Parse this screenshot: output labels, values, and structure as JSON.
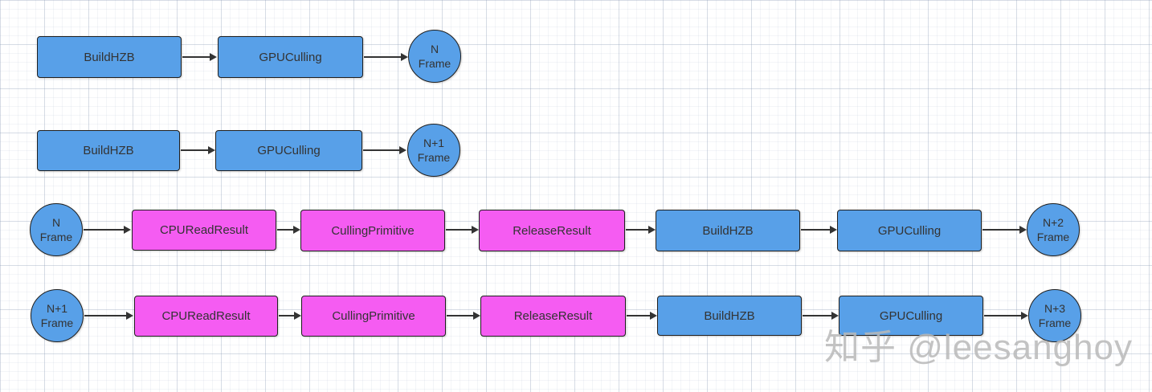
{
  "diagram": {
    "rows": [
      {
        "nodes": [
          {
            "kind": "process",
            "color": "blue",
            "label": "BuildHZB"
          },
          {
            "kind": "process",
            "color": "blue",
            "label": "GPUCulling"
          },
          {
            "kind": "frame",
            "color": "blue",
            "label": "N",
            "sublabel": "Frame"
          }
        ]
      },
      {
        "nodes": [
          {
            "kind": "process",
            "color": "blue",
            "label": "BuildHZB"
          },
          {
            "kind": "process",
            "color": "blue",
            "label": "GPUCulling"
          },
          {
            "kind": "frame",
            "color": "blue",
            "label": "N+1",
            "sublabel": "Frame"
          }
        ]
      },
      {
        "nodes": [
          {
            "kind": "frame",
            "color": "blue",
            "label": "N",
            "sublabel": "Frame"
          },
          {
            "kind": "process",
            "color": "pink",
            "label": "CPUReadResult"
          },
          {
            "kind": "process",
            "color": "pink",
            "label": "CullingPrimitive"
          },
          {
            "kind": "process",
            "color": "pink",
            "label": "ReleaseResult"
          },
          {
            "kind": "process",
            "color": "blue",
            "label": "BuildHZB"
          },
          {
            "kind": "process",
            "color": "blue",
            "label": "GPUCulling"
          },
          {
            "kind": "frame",
            "color": "blue",
            "label": "N+2",
            "sublabel": "Frame"
          }
        ]
      },
      {
        "nodes": [
          {
            "kind": "frame",
            "color": "blue",
            "label": "N+1",
            "sublabel": "Frame"
          },
          {
            "kind": "process",
            "color": "pink",
            "label": "CPUReadResult"
          },
          {
            "kind": "process",
            "color": "pink",
            "label": "CullingPrimitive"
          },
          {
            "kind": "process",
            "color": "pink",
            "label": "ReleaseResult"
          },
          {
            "kind": "process",
            "color": "blue",
            "label": "BuildHZB"
          },
          {
            "kind": "process",
            "color": "blue",
            "label": "GPUCulling"
          },
          {
            "kind": "frame",
            "color": "blue",
            "label": "N+3",
            "sublabel": "Frame"
          }
        ]
      }
    ]
  },
  "watermark": {
    "text": "知乎 @leesanghoy"
  },
  "colors": {
    "process_blue": "#58A0E8",
    "process_pink": "#F55CF2",
    "node_border": "#1f1f1f",
    "node_text": "#333333",
    "arrow": "#333333",
    "watermark": "#b9b9b9"
  }
}
